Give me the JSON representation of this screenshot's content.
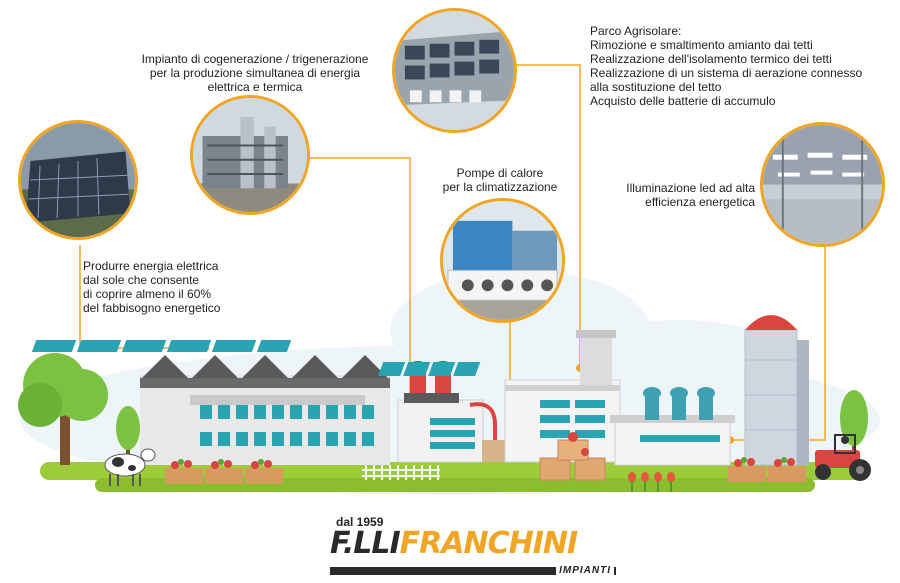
{
  "labels": {
    "solar_energy": [
      "Produrre energia elettrica",
      "dal sole che consente",
      "di coprire almeno il 60%",
      "del fabbisogno energetico"
    ],
    "cogeneration": [
      "Impianto di cogenerazione / trigenerazione",
      "per la produzione simultanea di energia",
      "elettrica e termica"
    ],
    "heat_pumps": [
      "Pompe di calore",
      "per la climatizzazione"
    ],
    "agrisolar": [
      "Parco Agrisolare:",
      "Rimozione e smaltimento amianto dai tetti",
      "Realizzazione dell'isolamento termico dei tetti",
      "Realizzazione di un sistema di aerazione connesso",
      "alla sostituzione del tetto",
      "Acquisto delle batterie di accumulo"
    ],
    "led_lighting": [
      "Illuminazione led ad alta",
      "efficienza energetica"
    ]
  },
  "logo": {
    "since": "dal 1959",
    "brand_dark": "F.LLI",
    "brand_accent": "FRANCHINI",
    "subtitle": "IMPIANTI"
  },
  "colors": {
    "connector": "#f0a524",
    "grass": "#9ccc3a",
    "brand_accent": "#f0a524"
  }
}
